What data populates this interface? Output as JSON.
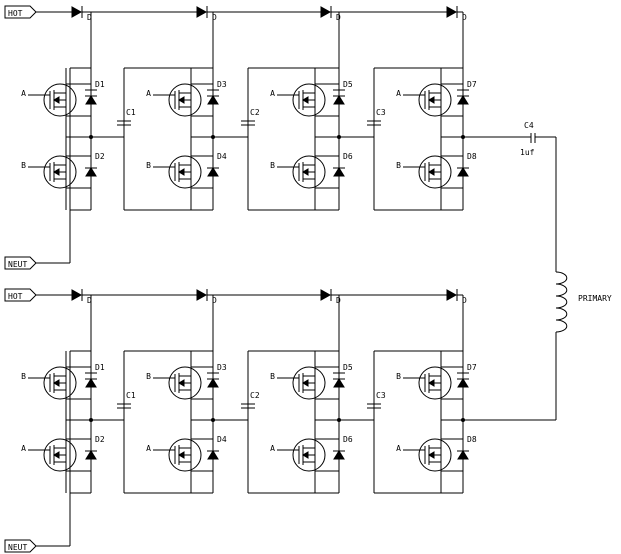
{
  "ports": {
    "hot": "HOT",
    "neut": "NEUT"
  },
  "gate_labels": {
    "top": [
      "A",
      "B",
      "A",
      "B",
      "A",
      "B",
      "A",
      "B"
    ],
    "bottom": [
      "B",
      "A",
      "B",
      "A",
      "B",
      "A",
      "B",
      "A"
    ]
  },
  "diode_labels": [
    "D1",
    "D2",
    "D3",
    "D4",
    "D5",
    "D6",
    "D7",
    "D8"
  ],
  "series_diode_label": "D",
  "capacitor_labels": [
    "C1",
    "C2",
    "C3"
  ],
  "output_capacitor": {
    "label": "C4",
    "value": "1uf"
  },
  "transformer_label": "PRIMARY"
}
